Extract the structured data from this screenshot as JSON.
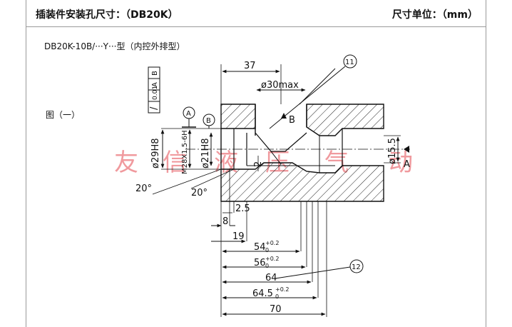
{
  "header": {
    "title": "插装件安装孔尺寸：（DB20K）",
    "unit": "尺寸单位：（mm）"
  },
  "subtitle": "DB20K-10B/···Y···型（内控外排型）",
  "figure_label": "图（一）",
  "watermark": [
    "友",
    "信",
    "液",
    "压",
    "气",
    "动"
  ],
  "tolerance_frame": [
    "/",
    "0.01",
    "A",
    "B"
  ],
  "datums": [
    "A",
    "B"
  ],
  "ports": [
    "B",
    "A"
  ],
  "balloons": [
    "11",
    "12"
  ],
  "dims": {
    "d37": "37",
    "d30max": "ø30max",
    "d29": "ø29H8",
    "m28": "M28X1.5-6H",
    "d21": "ø21H8",
    "d15": "ø15.5",
    "d2": "2",
    "a20a": "20°",
    "a20b": "20°",
    "d2_5": "2.5",
    "d8": "8",
    "d19": "19",
    "d54": "54",
    "d54tol": "+0.2",
    "d54low": "0",
    "d56": "56",
    "d56tol": "+0.2",
    "d56low": "0",
    "d64": "64",
    "d64_5": "64.5",
    "d64_5tol": "+0.2",
    "d64_5low": "0",
    "d70": "70"
  }
}
